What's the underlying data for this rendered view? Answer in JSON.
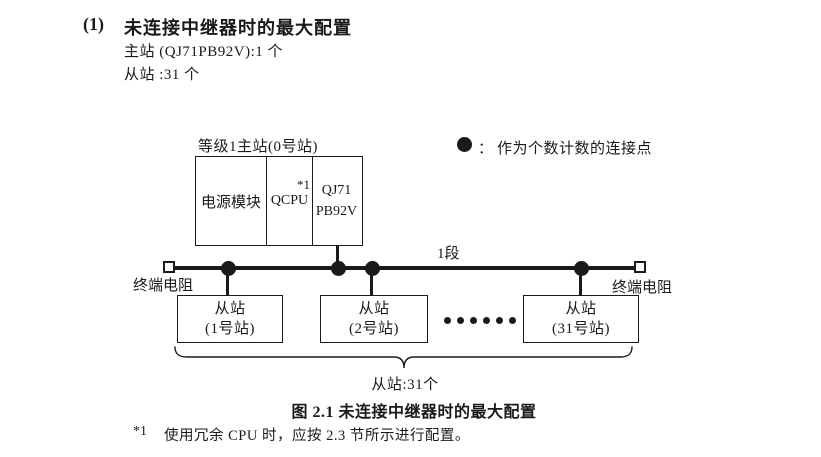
{
  "colors": {
    "ink": "#1a1a1a",
    "paper": "#ffffff"
  },
  "header": {
    "index": "(1)",
    "title": "未连接中继器时的最大配置",
    "line1": "主站 (QJ71PB92V):1 个",
    "line2": "从站 :31 个"
  },
  "legend": {
    "marker": "connection-point-dot",
    "colon": "：",
    "text": "作为个数计数的连接点"
  },
  "master": {
    "label": "等级1主站(0号站)",
    "power_module": "电源模块",
    "cpu": "QCPU",
    "cpu_note": "*1",
    "module_line1": "QJ71",
    "module_line2": "PB92V"
  },
  "bus": {
    "segment_label": "1段",
    "terminator_left": "终端电阻",
    "terminator_right": "终端电阻"
  },
  "slaves": {
    "items": [
      {
        "line1": "从站",
        "line2": "(1号站)"
      },
      {
        "line1": "从站",
        "line2": "(2号站)"
      },
      {
        "line1": "从站",
        "line2": "(31号站)"
      }
    ],
    "count_label": "从站:31个"
  },
  "figure": {
    "caption": "图 2.1 未连接中继器时的最大配置"
  },
  "footnote": {
    "marker": "*1",
    "text": "使用冗余 CPU 时，应按 2.3 节所示进行配置。"
  }
}
